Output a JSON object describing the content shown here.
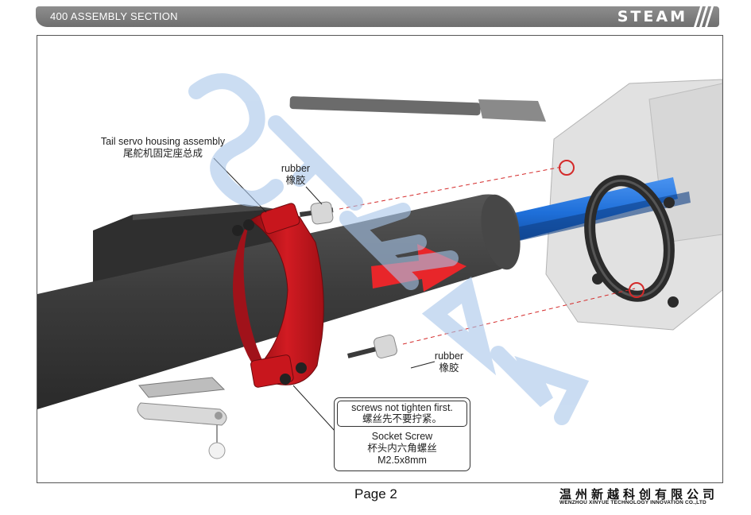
{
  "header": {
    "section_title": "400 ASSEMBLY SECTION",
    "brand": "STEAM"
  },
  "diagram": {
    "watermark": "STEAM",
    "callouts": {
      "tail_servo_housing_en": "Tail servo housing assembly",
      "tail_servo_housing_cn": "尾舵机固定座总成",
      "rubber_top_en": "rubber",
      "rubber_top_cn": "橡胶",
      "rubber_bottom_en": "rubber",
      "rubber_bottom_cn": "橡胶"
    },
    "note": {
      "warning_en": "screws not tighten first.",
      "warning_cn": "螺丝先不要拧紧。",
      "part_en": "Socket Screw",
      "part_cn": "杯头内六角螺丝",
      "size": "M2.5x8mm"
    },
    "colors": {
      "housing_red": "#c8161d",
      "arrow_red": "#e8262a",
      "boom_dark": "#3a3a3a",
      "rod_blue": "#1e6fd9",
      "watermark_blue": "#a8c6ea"
    }
  },
  "footer": {
    "page_label": "Page 2",
    "company_cn": "温州新越科创有限公司",
    "company_en": "WENZHOU XINYUE TECHNOLOGY INNOVATION CO.,LTD"
  }
}
